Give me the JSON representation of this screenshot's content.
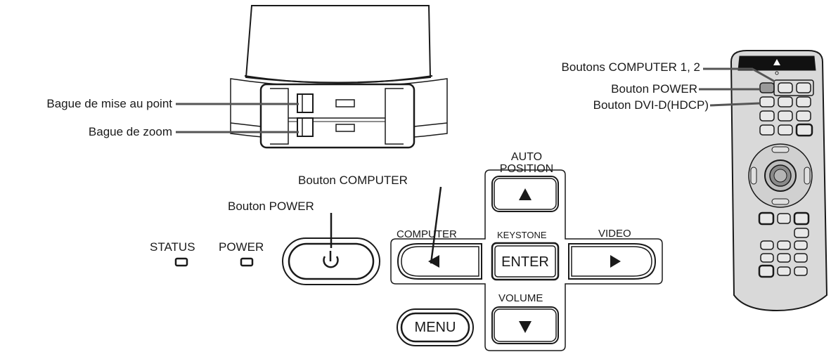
{
  "lens_labels": {
    "focus_ring": "Bague de mise au point",
    "zoom_ring": "Bague de zoom"
  },
  "remote_labels": {
    "computer_buttons": "Boutons COMPUTER 1, 2",
    "power_button": "Bouton POWER",
    "dvi_button": "Bouton DVI-D(HDCP)"
  },
  "panel_callouts": {
    "computer_button": "Bouton COMPUTER",
    "power_button": "Bouton POWER"
  },
  "indicators": {
    "status": "STATUS",
    "power": "POWER"
  },
  "keypad": {
    "auto_position": "AUTO\nPOSITION",
    "computer": "COMPUTER",
    "keystone": "KEYSTONE",
    "video": "VIDEO",
    "volume": "VOLUME",
    "enter": "ENTER",
    "menu": "MENU"
  },
  "colors": {
    "line": "#1a1a1a",
    "leader": "#555555",
    "remote_body": "#d9d9d9",
    "remote_top": "#111111"
  }
}
